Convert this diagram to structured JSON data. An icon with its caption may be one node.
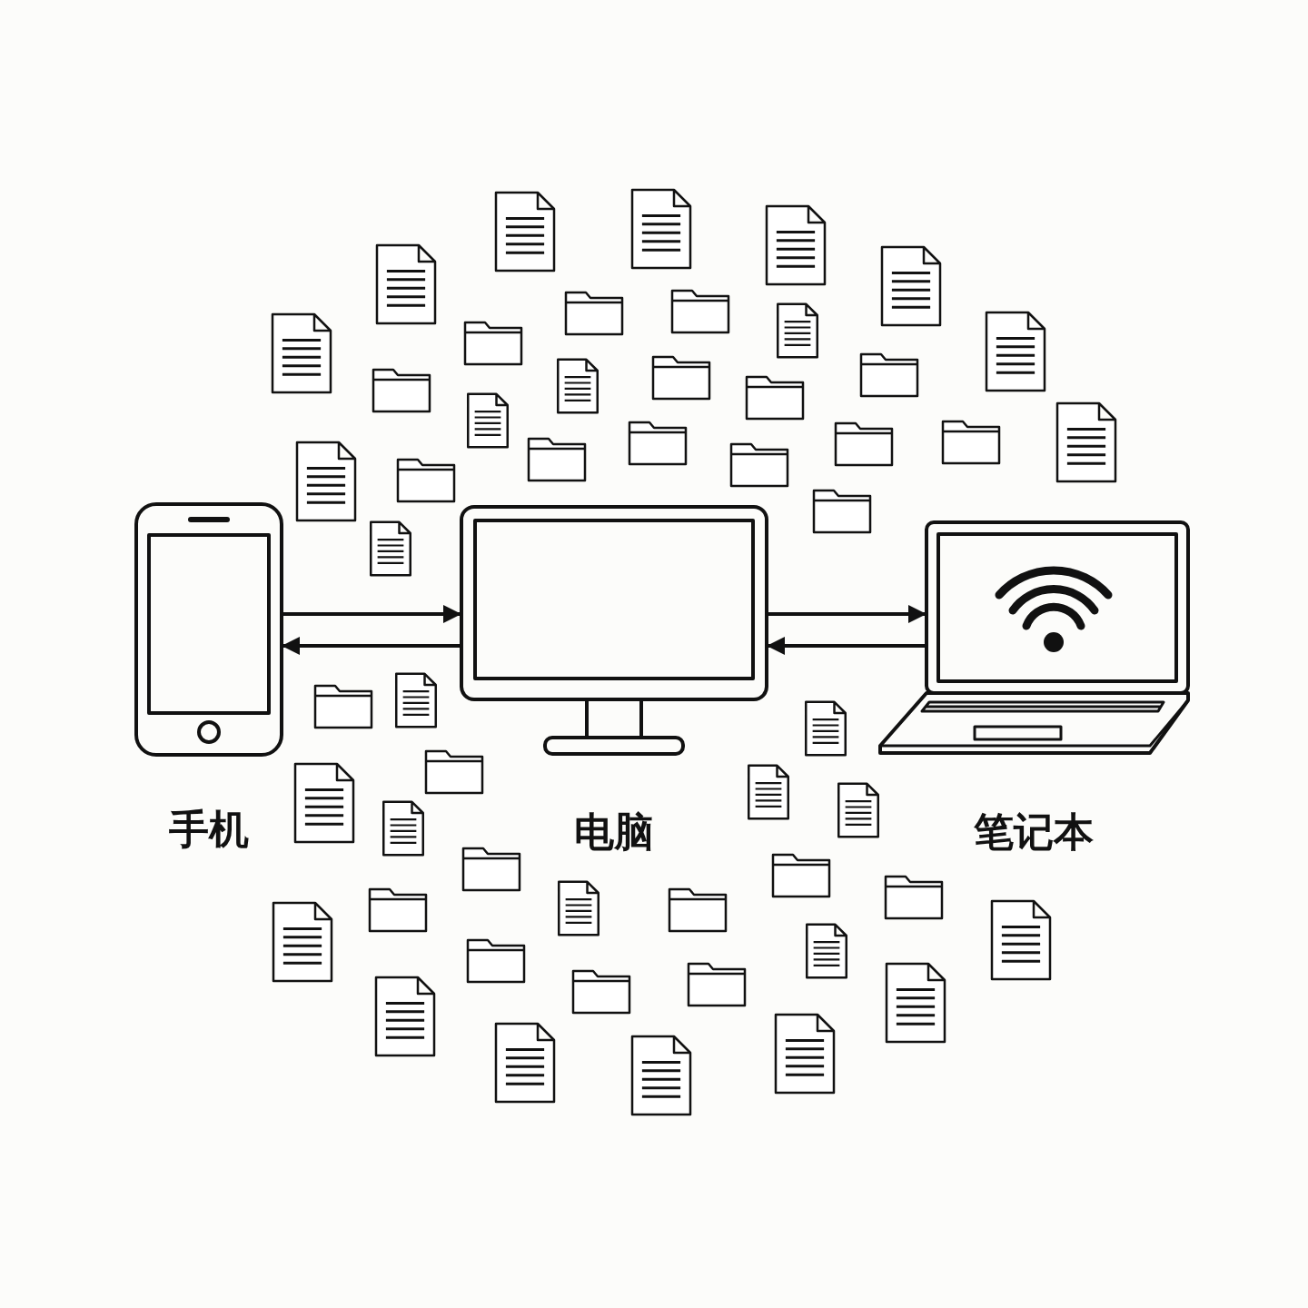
{
  "diagram": {
    "nodes": [
      {
        "text": [
          "手机"
        ]
      },
      {
        "text": [
          "电脑"
        ]
      },
      {
        "text": [
          "笔记本"
        ]
      }
    ],
    "edges": [
      {
        "from": 0,
        "to": 1,
        "arrow": "to"
      },
      {
        "from": 1,
        "to": 0,
        "arrow": "to"
      },
      {
        "from": 1,
        "to": 2,
        "arrow": "to"
      },
      {
        "from": 2,
        "to": 1,
        "arrow": "to"
      }
    ]
  }
}
